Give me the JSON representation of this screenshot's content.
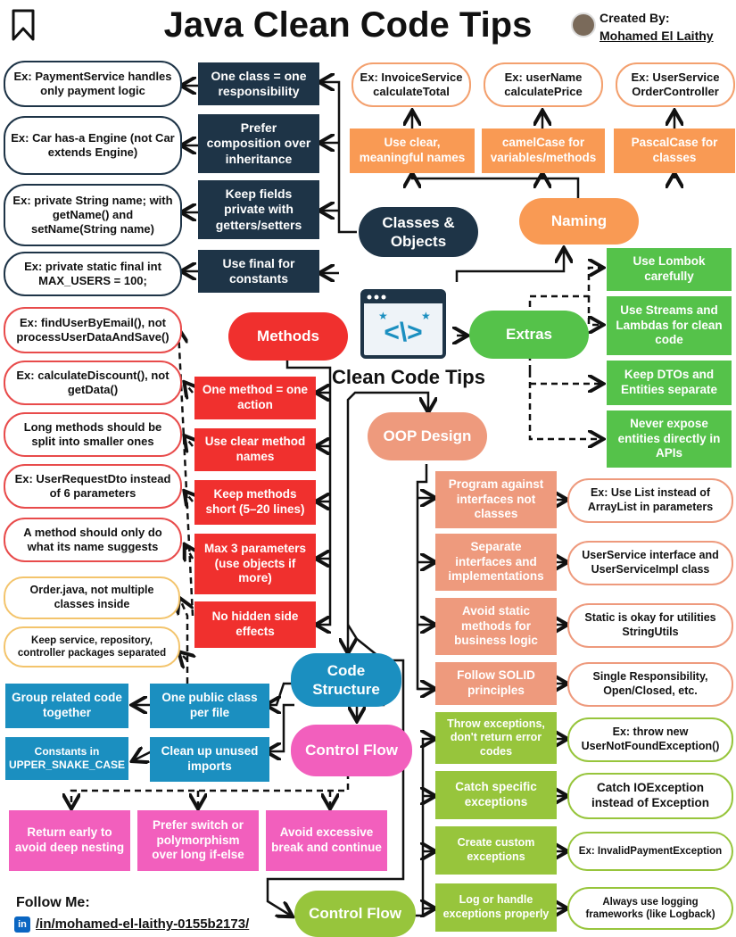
{
  "title": "Java Clean Code Tips",
  "creator": {
    "label": "Created By:",
    "name": "Mohamed El Laithy"
  },
  "center_label": "Clean Code Tips",
  "colors": {
    "navy": "#1e3447",
    "red": "#f0302e",
    "blue": "#1b8fc0",
    "pink": "#f25fbd",
    "orange": "#f99a54",
    "salmon": "#ee9a7d",
    "green": "#55c24a",
    "olive": "#97c53c"
  },
  "classes": {
    "hub": "Classes & Objects",
    "rules": [
      "One class = one responsibility",
      "Prefer composition over inheritance",
      "Keep fields private with getters/setters",
      "Use final for constants"
    ],
    "examples": [
      "Ex: PaymentService handles only payment logic",
      "Ex: Car has-a Engine (not Car extends Engine)",
      "Ex: private String name; with getName() and setName(String name)",
      "Ex: private static final int MAX_USERS = 100;"
    ]
  },
  "naming": {
    "hub": "Naming",
    "rules": [
      "Use clear, meaningful names",
      "camelCase for variables/methods",
      "PascalCase for classes"
    ],
    "examples": [
      "Ex: InvoiceService calculateTotal",
      "Ex: userName calculatePrice",
      "Ex: UserService OrderController"
    ]
  },
  "methods": {
    "hub": "Methods",
    "rules": [
      "One method = one action",
      "Use clear method names",
      "Keep methods short (5–20 lines)",
      "Max 3 parameters (use objects if more)",
      "No hidden side effects"
    ],
    "examples": [
      "Ex: findUserByEmail(), not processUserDataAndSave()",
      "Ex:  calculateDiscount(), not getData()",
      "Long methods should be split into smaller ones",
      "Ex: UserRequestDto instead of 6 parameters",
      "A method should only do what its name suggests"
    ]
  },
  "extras": {
    "hub": "Extras",
    "rules": [
      "Use Lombok carefully",
      "Use Streams and Lambdas for clean code",
      "Keep DTOs and Entities separate",
      "Never expose entities directly in APIs"
    ]
  },
  "oop": {
    "hub": "OOP Design",
    "rules": [
      "Program against interfaces not classes",
      "Separate interfaces and implementations",
      "Avoid static methods for business logic",
      "Follow SOLID principles"
    ],
    "examples": [
      "Ex: Use List instead of ArrayList in parameters",
      "UserService interface and UserServiceImpl class",
      "Static is okay for utilities StringUtils",
      "Single Responsibility, Open/Closed, etc."
    ]
  },
  "structure": {
    "hub": "Code Structure",
    "rules": [
      "One public class per file",
      "Clean up unused imports"
    ],
    "examples": [
      "Order.java, not multiple classes inside",
      "Keep service, repository, controller packages separated",
      "Group related code together",
      "Constants in UPPER_SNAKE_CASE"
    ]
  },
  "control": {
    "hub": "Control Flow",
    "rules": [
      "Return early to avoid deep nesting",
      "Prefer switch or polymorphism over long if-else",
      "Avoid excessive break and continue"
    ]
  },
  "exceptions": {
    "hub": "Control Flow",
    "rules": [
      "Throw exceptions, don't return error codes",
      "Catch specific exceptions",
      "Create custom exceptions",
      "Log or handle exceptions properly"
    ],
    "examples": [
      "Ex: throw new UserNotFoundException()",
      "Catch IOException instead of Exception",
      "Ex: InvalidPaymentException",
      "Always use logging frameworks (like Logback)"
    ]
  },
  "footer": {
    "label": "Follow Me:",
    "link": "/in/mohamed-el-laithy-0155b2173/",
    "icon": "in"
  }
}
